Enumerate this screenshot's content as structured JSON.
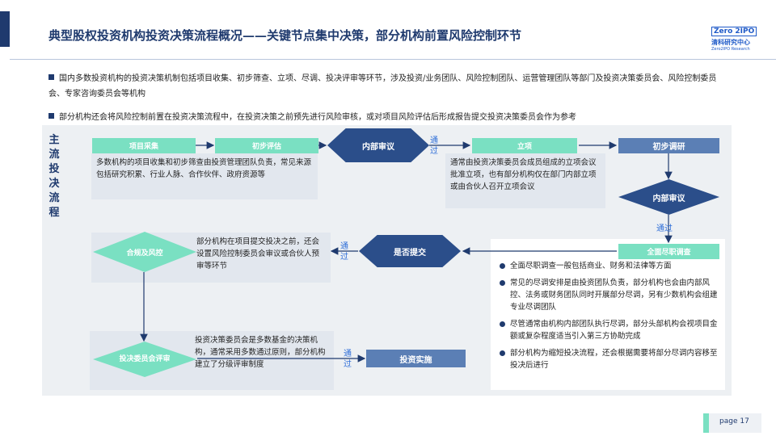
{
  "title": "典型股权投资机构投资决策流程概况——关键节点集中决策，部分机构前置风险控制环节",
  "logo": {
    "line1": "Zero 2IPO",
    "line2": "清科研究中心",
    "line3": "Zero2IPO Research"
  },
  "bullets": [
    "国内多数投资机构的投资决策机制包括项目收集、初步筛查、立项、尽调、投决评审等环节，涉及投资/业务团队、风险控制团队、运营管理团队等部门及投资决策委员会、风险控制委员会、专家咨询委员会等机构",
    "部分机构还会将风险控制前置在投资决策流程中，在投资决策之前预先进行风险审核，或对项目风险评估后形成报告提交投资决策委员会作为参考"
  ],
  "side_label": [
    "主",
    "流",
    "投",
    "决",
    "流",
    "程"
  ],
  "nodes": {
    "collect": "项目采集",
    "screen": "初步评估",
    "internal_review_1": "内部审议",
    "approve": "立项",
    "prelim_dd": "初步调研",
    "internal_review_2": "内部审议",
    "full_dd": "全面尽职调查",
    "submit": "是否提交",
    "compliance": "合规及风控",
    "ic_review": "投决委员会评审",
    "invest": "投资实施"
  },
  "notes": {
    "collect": "多数机构的项目收集和初步筛查由投资管理团队负责，常见来源包括研究积累、行业人脉、合作伙伴、政府资源等",
    "approve": "通常由投资决策委员会成员组成的立项会议批准立项，也有部分机构仅在部门内部立项或由合伙人召开立项会议",
    "risk": "部分机构在项目提交投决之前，还会设置风险控制委员会审议或合伙人预审等环节",
    "ic": "投资决策委员会是多数基金的决策机构，通常采用多数通过原则，部分机构建立了分级评审制度"
  },
  "dd_points": [
    "全面尽职调查一般包括商业、财务和法律等方面",
    "常见的尽调安排是由投资团队负责，部分机构也会由内部风控、法务或财务团队同时开展部分尽调，另有少数机构会组建专业尽调团队",
    "尽管通常由机构内部团队执行尽调，部分头部机构会视项目金额或复杂程度适当引入第三方协助完成",
    "部分机构为缩短投决流程，还会根据需要将部分尽调内容移至投决后进行"
  ],
  "pass_label": "通过",
  "page": "page  17",
  "colors": {
    "navy": "#1f3a6e",
    "mint": "#7ae0c2",
    "steel": "#5b7fb5",
    "pass": "#2e6ed8"
  }
}
